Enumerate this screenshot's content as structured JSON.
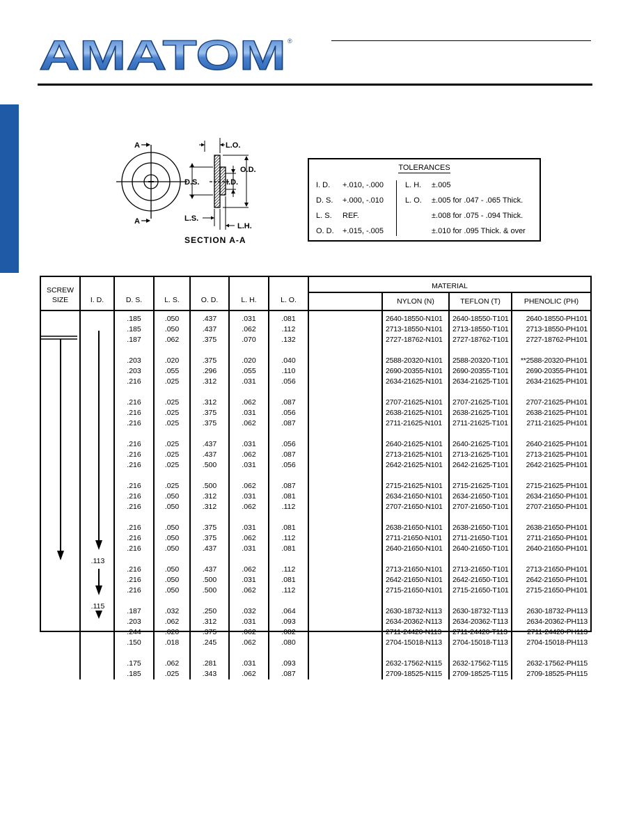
{
  "header": {
    "logo_text": "AMATOM",
    "logo_mark": "®",
    "brand_color": "#1f5aa6"
  },
  "diagram": {
    "label_a_top": "A",
    "label_a_bottom": "A",
    "label_lo": "L.O.",
    "label_od": "O.D.",
    "label_ds": "D.S.",
    "label_id": "I.D.",
    "label_ls": "L.S.",
    "label_lh": "L.H.",
    "caption": "SECTION A-A"
  },
  "tolerances": {
    "title": "TOLERANCES",
    "left": [
      {
        "key": "I. D.",
        "val": "+.010, -.000"
      },
      {
        "key": "D. S.",
        "val": "+.000, -.010"
      },
      {
        "key": "L. S.",
        "val": "REF."
      },
      {
        "key": "O. D.",
        "val": "+.015, -.005"
      }
    ],
    "right": [
      {
        "key": "L. H.",
        "val": "±.005"
      },
      {
        "key": "L. O.",
        "val": "±.005 for .047 - .065 Thick."
      },
      {
        "key": "",
        "val": "±.008 for .075 - .094 Thick."
      },
      {
        "key": "",
        "val": "±.010 for .095 Thick. & over"
      }
    ]
  },
  "table": {
    "headers": {
      "screw": "SCREW\nSIZE",
      "id": "I. D.",
      "ds": "D. S.",
      "ls": "L. S.",
      "od": "O. D.",
      "lh": "L. H.",
      "lo": "L. O.",
      "material": "MATERIAL",
      "nylon": "NYLON (N)",
      "teflon": "TEFLON (T)",
      "phenolic": "PHENOLIC (PH)"
    },
    "id_values": [
      ".113",
      ".115"
    ],
    "columns": {
      "ds": ".185\n.185\n.187\n\n.203\n.203\n.216\n\n.216\n.216\n.216\n\n.216\n.216\n.216\n\n.216\n.216\n.216\n\n.216\n.216\n.216\n\n.216\n.216\n.216\n\n.187\n.203\n.244\n.150\n\n.175\n.185",
      "ls": ".050\n.050\n.062\n\n.020\n.055\n.025\n\n.025\n.025\n.025\n\n.025\n.025\n.025\n\n.025\n.050\n.050\n\n.050\n.050\n.050\n\n.050\n.050\n.050\n\n.032\n.062\n.020\n.018\n\n.062\n.025",
      "od": ".437\n.437\n.375\n\n.375\n.296\n.312\n\n.312\n.375\n.375\n\n.437\n.437\n.500\n\n.500\n.312\n.312\n\n.375\n.375\n.437\n\n.437\n.500\n.500\n\n.250\n.312\n.375\n.245\n\n.281\n.343",
      "lh": ".031\n.062\n.070\n\n.020\n.055\n.031\n\n.062\n.031\n.062\n\n.031\n.062\n.031\n\n.062\n.031\n.062\n\n.031\n.062\n.031\n\n.062\n.031\n.062\n\n.032\n.031\n.062\n.062\n\n.031\n.062",
      "lo": ".081\n.112\n.132\n\n.040\n.110\n.056\n\n.087\n.056\n.087\n\n.056\n.087\n.056\n\n.087\n.081\n.112\n\n.081\n.112\n.081\n\n.112\n.081\n.112\n\n.064\n.093\n.082\n.080\n\n.093\n.087",
      "nylon": "2640-18550-N101\n2713-18550-N101\n2727-18762-N101\n\n2588-20320-N101\n2690-20355-N101\n2634-21625-N101\n\n2707-21625-N101\n2638-21625-N101\n2711-21625-N101\n\n2640-21625-N101\n2713-21625-N101\n2642-21625-N101\n\n2715-21625-N101\n2634-21650-N101\n2707-21650-N101\n\n2638-21650-N101\n2711-21650-N101\n2640-21650-N101\n\n2713-21650-N101\n2642-21650-N101\n2715-21650-N101\n\n2630-18732-N113\n2634-20362-N113\n2711-24420-N113\n2704-15018-N113\n\n2632-17562-N115\n2709-18525-N115",
      "teflon": "2640-18550-T101\n2713-18550-T101\n2727-18762-T101\n\n2588-20320-T101\n2690-20355-T101\n2634-21625-T101\n\n2707-21625-T101\n2638-21625-T101\n2711-21625-T101\n\n2640-21625-T101\n2713-21625-T101\n2642-21625-T101\n\n2715-21625-T101\n2634-21650-T101\n2707-21650-T101\n\n2638-21650-T101\n2711-21650-T101\n2640-21650-T101\n\n2713-21650-T101\n2642-21650-T101\n2715-21650-T101\n\n2630-18732-T113\n2634-20362-T113\n2711-24420-T113\n2704-15018-T113\n\n2632-17562-T115\n2709-18525-T115",
      "phenolic": "2640-18550-PH101\n2713-18550-PH101\n2727-18762-PH101\n\n**2588-20320-PH101\n2690-20355-PH101\n2634-21625-PH101\n\n2707-21625-PH101\n2638-21625-PH101\n2711-21625-PH101\n\n2640-21625-PH101\n2713-21625-PH101\n2642-21625-PH101\n\n2715-21625-PH101\n2634-21650-PH101\n2707-21650-PH101\n\n2638-21650-PH101\n2711-21650-PH101\n2640-21650-PH101\n\n2713-21650-PH101\n2642-21650-PH101\n2715-21650-PH101\n\n2630-18732-PH113\n2634-20362-PH113\n2711-24420-PH113\n2704-15018-PH113\n\n2632-17562-PH115\n2709-18525-PH115"
    }
  }
}
